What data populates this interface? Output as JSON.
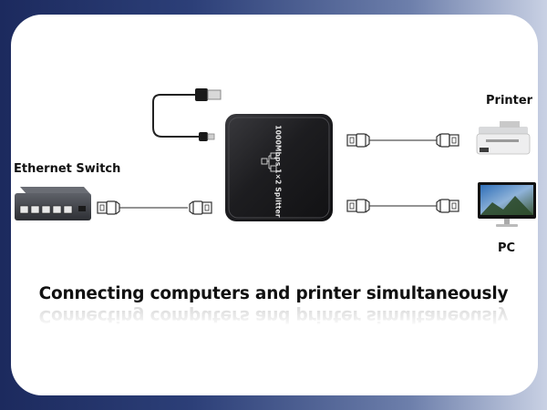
{
  "labels": {
    "ethernet_switch": "Ethernet Switch",
    "printer": "Printer",
    "pc": "PC"
  },
  "device": {
    "label": "1000Mbps 1×2 Splitter"
  },
  "headline": "Connecting computers and printer simultaneously",
  "colors": {
    "background_dark": "#1c2a5e",
    "background_light": "#c9d1e4",
    "card": "#ffffff",
    "device_body": "#1b1b1d"
  }
}
